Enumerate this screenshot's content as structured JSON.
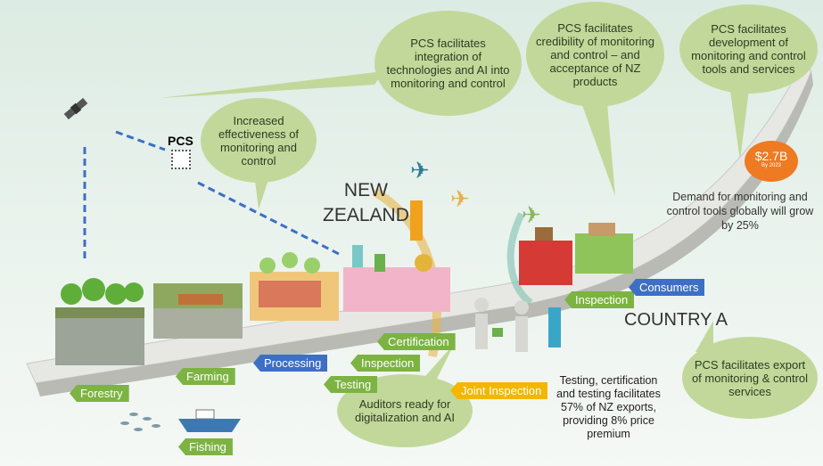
{
  "bubbles": {
    "integration": "PCS facilitates integration of technologies and AI into monitoring and control",
    "credibility": "PCS facilitates credibility of monitoring and control – and acceptance of NZ products",
    "development": "PCS facilitates development of monitoring and control tools and services",
    "effectiveness": "Increased effectiveness of monitoring and control",
    "auditors": "Auditors ready for digitalization and AI",
    "export": "PCS facilitates export of monitoring & control services"
  },
  "pcs_label": "PCS",
  "new_zealand": [
    "NEW",
    "ZEALAND"
  ],
  "country_a": "COUNTRY A",
  "market_badge": {
    "value": "$2.7B",
    "sub": "By 2023",
    "color": "#ee7a22"
  },
  "demand_text": "Demand for monitoring and control tools globally will grow by 25%",
  "testing_text": "Testing, certification and testing facilitates 57% of NZ exports, providing 8% price premium",
  "tags": {
    "certification": "Certification",
    "inspection_nz": "Inspection",
    "processing": "Processing",
    "testing": "Testing",
    "farming": "Farming",
    "forestry": "Forestry",
    "joint_inspection": "Joint Inspection",
    "fishing": "Fishing",
    "inspection_a": "Inspection",
    "consumers": "Consumers"
  },
  "colors": {
    "green": "#7cb342",
    "blue": "#3d6fc4",
    "yellow": "#f3b700",
    "bubble": "#c2d89a"
  }
}
